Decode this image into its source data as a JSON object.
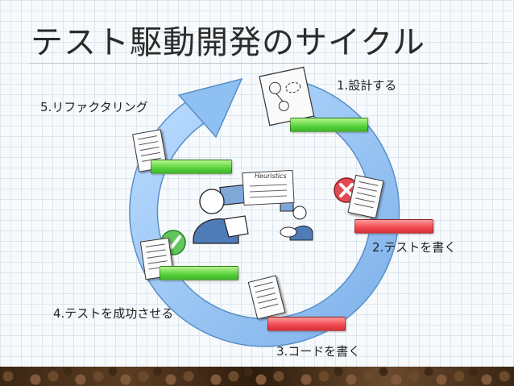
{
  "title": "テスト駆動開発のサイクル",
  "steps": {
    "design": "1.設計する",
    "write_test": "2.テストを書く",
    "write_code": "3.コードを書く",
    "pass_test": "4.テストを成功させる",
    "refactor": "5.リファクタリング"
  },
  "heuristics_label": "Heuristics",
  "colors": {
    "cycle": "#9ec9f5",
    "cycle_outline": "#5a8fc7",
    "pass_bar": "#57d23b",
    "fail_bar": "#f0484f",
    "fail_icon": "#e24a55",
    "pass_icon": "#5ec95a"
  }
}
